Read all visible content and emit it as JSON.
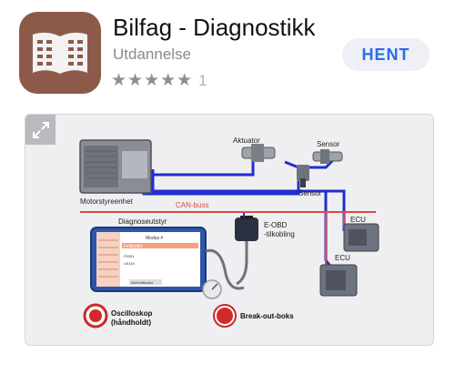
{
  "app": {
    "title": "Bilfag - Diagnostikk",
    "category": "Utdannelse",
    "stars": "★★★★★",
    "rating_count": "1",
    "get_label": "HENT"
  },
  "diagram": {
    "actuator": "Aktuator",
    "sensor_top": "Sensor",
    "sensor_mid": "Sensor",
    "motor_unit": "Motorstyreenhet",
    "can_bus": "CAN-buss",
    "ecu_1": "ECU",
    "ecu_2": "ECU",
    "diag_tool": "Diagnoseutstyr",
    "eobd_line1": "E-OBD",
    "eobd_line2": "-tilkobling",
    "oscilloscope_line1": "Oscilloskop",
    "oscilloscope_line2": "(håndholdt)",
    "breakout": "Break-out-boks",
    "screen_heading": "Modus #",
    "screen_fault": "Feilkoder",
    "screen_code1": "P0301",
    "screen_code2": "U0140",
    "screen_button": "Slett feilkoder"
  },
  "colors": {
    "icon_bg": "#8d5a4a",
    "accent": "#2a6ee8",
    "can_line": "#d84a4a",
    "wire_blue": "#1f2fd0"
  }
}
